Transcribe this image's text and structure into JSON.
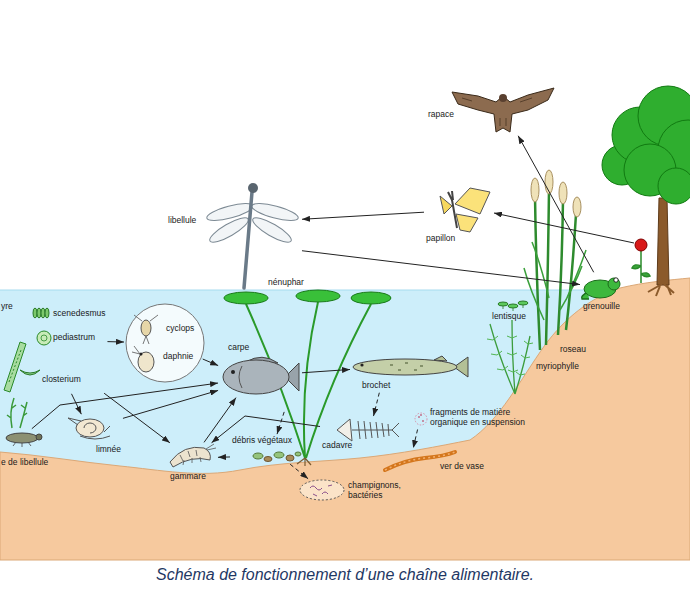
{
  "diagram": {
    "caption": "Schéma de fonctionnement d’une chaîne alimentaire.",
    "nodes": [
      {
        "text": [
          "rapace"
        ]
      },
      {
        "text": [
          "libellule"
        ]
      },
      {
        "text": [
          "papillon"
        ]
      },
      {
        "text": [
          "grenouille"
        ]
      },
      {
        "text": [
          "lentisque"
        ]
      },
      {
        "text": [
          "roseau"
        ]
      },
      {
        "text": [
          "nénuphar"
        ]
      },
      {
        "text": [
          "yre",
          "scenedesmus",
          "pediastrum",
          "closterium"
        ]
      },
      {
        "text": [
          "cyclops",
          "daphnie"
        ]
      },
      {
        "text": [
          "carpe"
        ]
      },
      {
        "text": [
          "myriophylle"
        ]
      },
      {
        "text": [
          "brochet"
        ]
      },
      {
        "text": [
          "fragments de matière organique en suspension"
        ]
      },
      {
        "text": [
          "cadavre"
        ]
      },
      {
        "text": [
          "débris végétaux"
        ]
      },
      {
        "text": [
          "limnée"
        ]
      },
      {
        "text": [
          "e de libellule"
        ]
      },
      {
        "text": [
          "gammare"
        ]
      },
      {
        "text": [
          "ver de vase"
        ]
      },
      {
        "text": [
          "champignons, bactéries"
        ]
      }
    ],
    "edges": [
      {
        "from": 7,
        "to": 8,
        "arrow": "to"
      },
      {
        "from": 8,
        "to": 9,
        "arrow": "to"
      },
      {
        "from": 7,
        "to": 15,
        "arrow": "to"
      },
      {
        "from": 7,
        "to": 17,
        "arrow": "to"
      },
      {
        "from": 15,
        "to": 9,
        "arrow": "to"
      },
      {
        "from": 17,
        "to": 9,
        "arrow": "to"
      },
      {
        "from": 16,
        "to": 9,
        "arrow": "to"
      },
      {
        "from": 9,
        "to": 11,
        "arrow": "to"
      },
      {
        "from": 11,
        "to": 13,
        "arrow": "to"
      },
      {
        "from": 6,
        "to": 14,
        "arrow": "to"
      },
      {
        "from": 14,
        "to": 17,
        "arrow": "to"
      },
      {
        "from": 13,
        "to": 17,
        "arrow": "to"
      },
      {
        "from": 14,
        "to": 19,
        "arrow": "to"
      },
      {
        "from": 12,
        "to": 18,
        "arrow": "to"
      },
      {
        "from": 2,
        "to": 1,
        "arrow": "to"
      },
      {
        "from": 1,
        "to": 3,
        "arrow": "to"
      },
      {
        "from": 3,
        "to": 0,
        "arrow": "to"
      }
    ]
  }
}
